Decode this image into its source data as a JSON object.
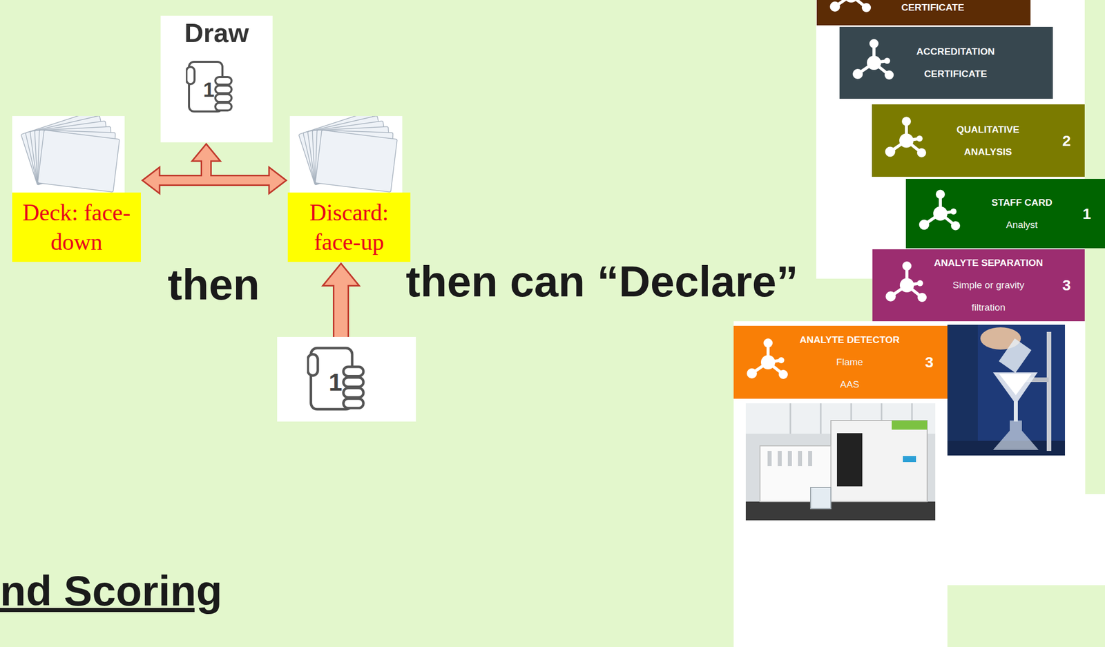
{
  "diagram": {
    "nodes": [
      {
        "text": [
          "Draw",
          "1"
        ]
      },
      {
        "text": [
          "Deck: face-down"
        ]
      },
      {
        "text": [
          "Discard: face-up"
        ]
      },
      {
        "text": [
          "1"
        ]
      },
      {
        "text": [
          "CERTIFICATE"
        ]
      },
      {
        "text": [
          "ACCREDITATION CERTIFICATE"
        ]
      },
      {
        "text": [
          "QUALITATIVE ANALYSIS",
          "2"
        ]
      },
      {
        "text": [
          "STAFF CARD",
          "Analyst",
          "1"
        ]
      },
      {
        "text": [
          "ANALYTE SEPARATION",
          "Simple or gravity filtration",
          "3"
        ]
      },
      {
        "text": [
          "ANALYTE DETECTOR",
          "Flame AAS",
          "3"
        ]
      }
    ],
    "edges": [
      {
        "from": 1,
        "to": 2,
        "arrow": "both"
      },
      {
        "from": 1,
        "to": 0,
        "arrow": "to"
      },
      {
        "from": 3,
        "to": 2,
        "arrow": "to"
      }
    ],
    "labels": [
      "then",
      "then can “Declare”",
      "nd Scoring"
    ]
  }
}
